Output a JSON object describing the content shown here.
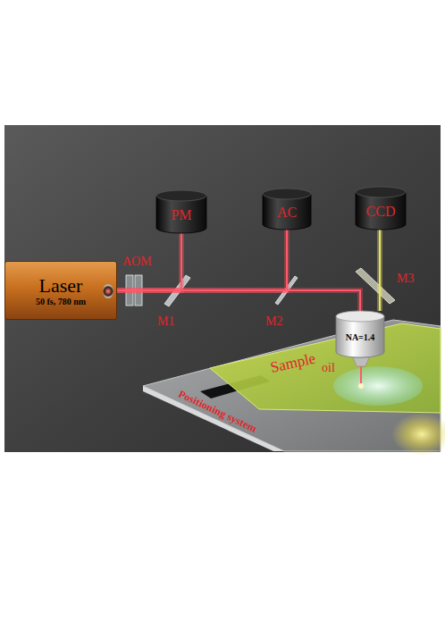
{
  "diagram": {
    "nodes": [
      {
        "text": [
          "Laser",
          "50 fs, 780 nm"
        ]
      },
      {
        "text": [
          "PM"
        ]
      },
      {
        "text": [
          "AC"
        ]
      },
      {
        "text": [
          "CCD"
        ]
      },
      {
        "text": [
          "NA=1.4"
        ]
      },
      {
        "text": [
          "Sample"
        ]
      },
      {
        "text": [
          "Positioning system"
        ]
      }
    ],
    "edges": [
      {
        "from": 0,
        "to": 1,
        "arrow": "none"
      },
      {
        "from": 0,
        "to": 2,
        "arrow": "none"
      },
      {
        "from": 0,
        "to": 4,
        "arrow": "none"
      },
      {
        "from": 4,
        "to": 3,
        "arrow": "none"
      }
    ],
    "labels": [
      "AOM",
      "M1",
      "M2",
      "M3",
      "oil"
    ]
  }
}
